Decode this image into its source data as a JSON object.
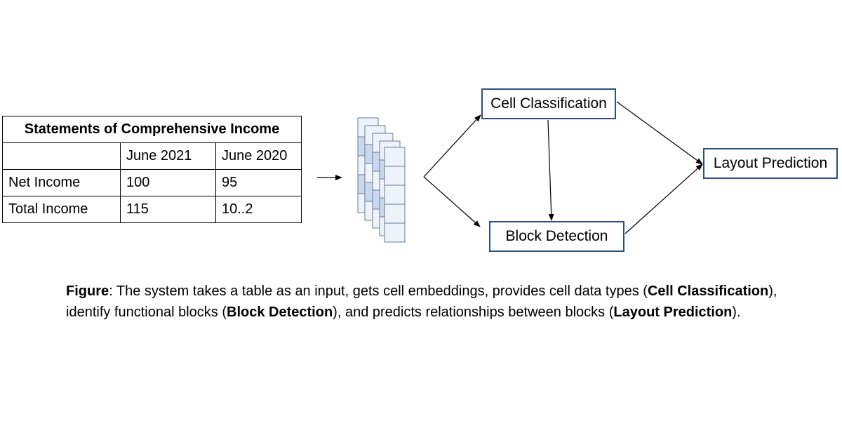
{
  "table": {
    "title": "Statements of Comprehensive Income",
    "headers": [
      "",
      "June 2021",
      "June 2020"
    ],
    "rows": [
      [
        "Net Income",
        "100",
        "95"
      ],
      [
        "Total Income",
        "115",
        "10..2"
      ]
    ]
  },
  "boxes": {
    "cell_classification": "Cell Classification",
    "block_detection": "Block Detection",
    "layout_prediction": "Layout Prediction"
  },
  "caption": {
    "lead": "Figure",
    "part1": ": The system takes a table as an input, gets cell embeddings, provides cell data types (",
    "b1": "Cell Classification",
    "part2": "),",
    "part3": "identify functional blocks (",
    "b2": "Block Detection",
    "part4": "), and predicts relationships between blocks (",
    "b3": "Layout Prediction",
    "part5": ")."
  },
  "colors": {
    "box_border": "#2e4e82",
    "embed_light": "#eef2fa",
    "embed_dark": "#c9d8ec",
    "embed_border": "#6b7c96"
  }
}
